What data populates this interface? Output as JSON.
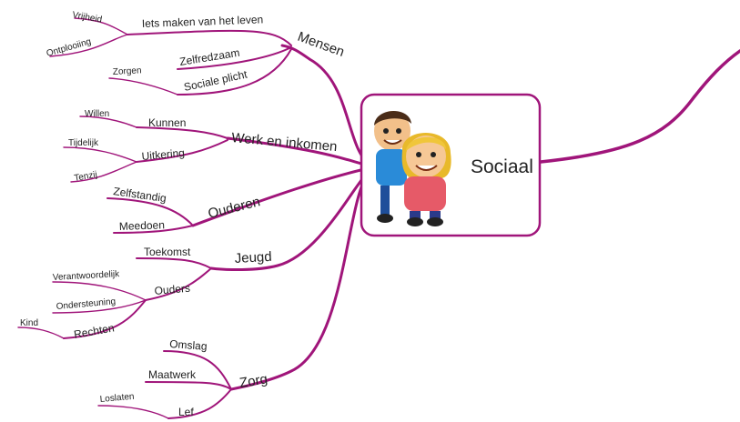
{
  "central": {
    "label": "Sociaal",
    "image": "two-cartoon-people-icon"
  },
  "branches": [
    {
      "label": "Mensen",
      "children": [
        {
          "label": "Iets maken van het leven",
          "children": [
            "Vrijheid",
            "Ontplooiing"
          ]
        },
        {
          "label": "Zelfredzaam",
          "children": []
        },
        {
          "label": "Sociale plicht",
          "children": [
            "Zorgen"
          ]
        }
      ]
    },
    {
      "label": "Werk en inkomen",
      "children": [
        {
          "label": "Kunnen",
          "children": [
            "Willen"
          ]
        },
        {
          "label": "Uitkering",
          "children": [
            "Tijdelijk",
            "Tenzij"
          ]
        }
      ]
    },
    {
      "label": "Ouderen",
      "children": [
        {
          "label": "Zelfstandig",
          "children": []
        },
        {
          "label": "Meedoen",
          "children": []
        }
      ]
    },
    {
      "label": "Jeugd",
      "children": [
        {
          "label": "Toekomst",
          "children": []
        },
        {
          "label": "Ouders",
          "children": [
            "Verantwoordelijk",
            "Ondersteuning"
          ]
        },
        {
          "label": "Rechten",
          "children": [
            "Kind"
          ]
        }
      ]
    },
    {
      "label": "Zorg",
      "children": [
        {
          "label": "Omslag",
          "children": []
        },
        {
          "label": "Maatwerk",
          "children": []
        },
        {
          "label": "Lef",
          "children": [
            "Loslaten"
          ]
        }
      ]
    }
  ],
  "colors": {
    "branch": "#a0157a",
    "central_border": "#a0157a"
  }
}
